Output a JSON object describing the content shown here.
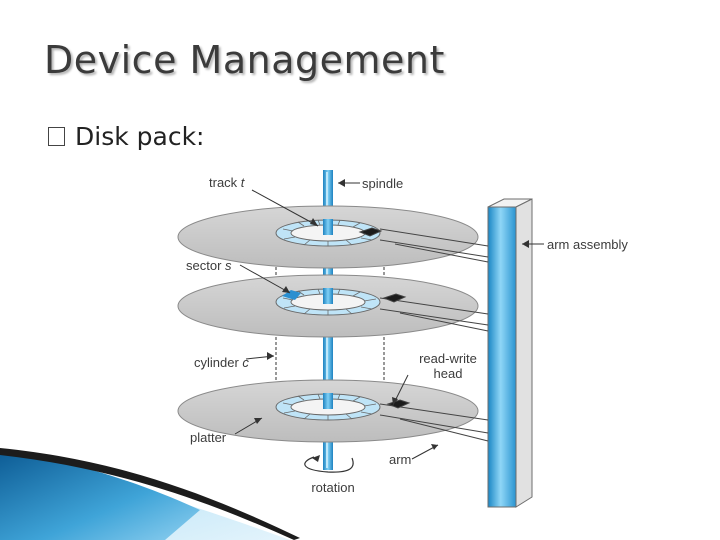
{
  "slide": {
    "title": "Device Management",
    "bullet": {
      "icon": "square-bullet-icon",
      "text": "Disk pack:"
    }
  },
  "diagram": {
    "labels": {
      "track_prefix": "track ",
      "track_var": "t",
      "spindle": "spindle",
      "arm_assembly": "arm assembly",
      "sector_prefix": "sector ",
      "sector_var": "s",
      "cylinder_prefix": "cylinder ",
      "cylinder_var": "c",
      "read_write_line1": "read-write",
      "read_write_line2": "head",
      "platter": "platter",
      "arm": "arm",
      "rotation": "rotation"
    },
    "colors": {
      "spindle": "#2f9fd6",
      "track": "#bfe4f7",
      "sector_highlight": "#2b8fd0",
      "platter": "#c9c9c9",
      "arm_assembly": "#3aa7dc"
    }
  }
}
